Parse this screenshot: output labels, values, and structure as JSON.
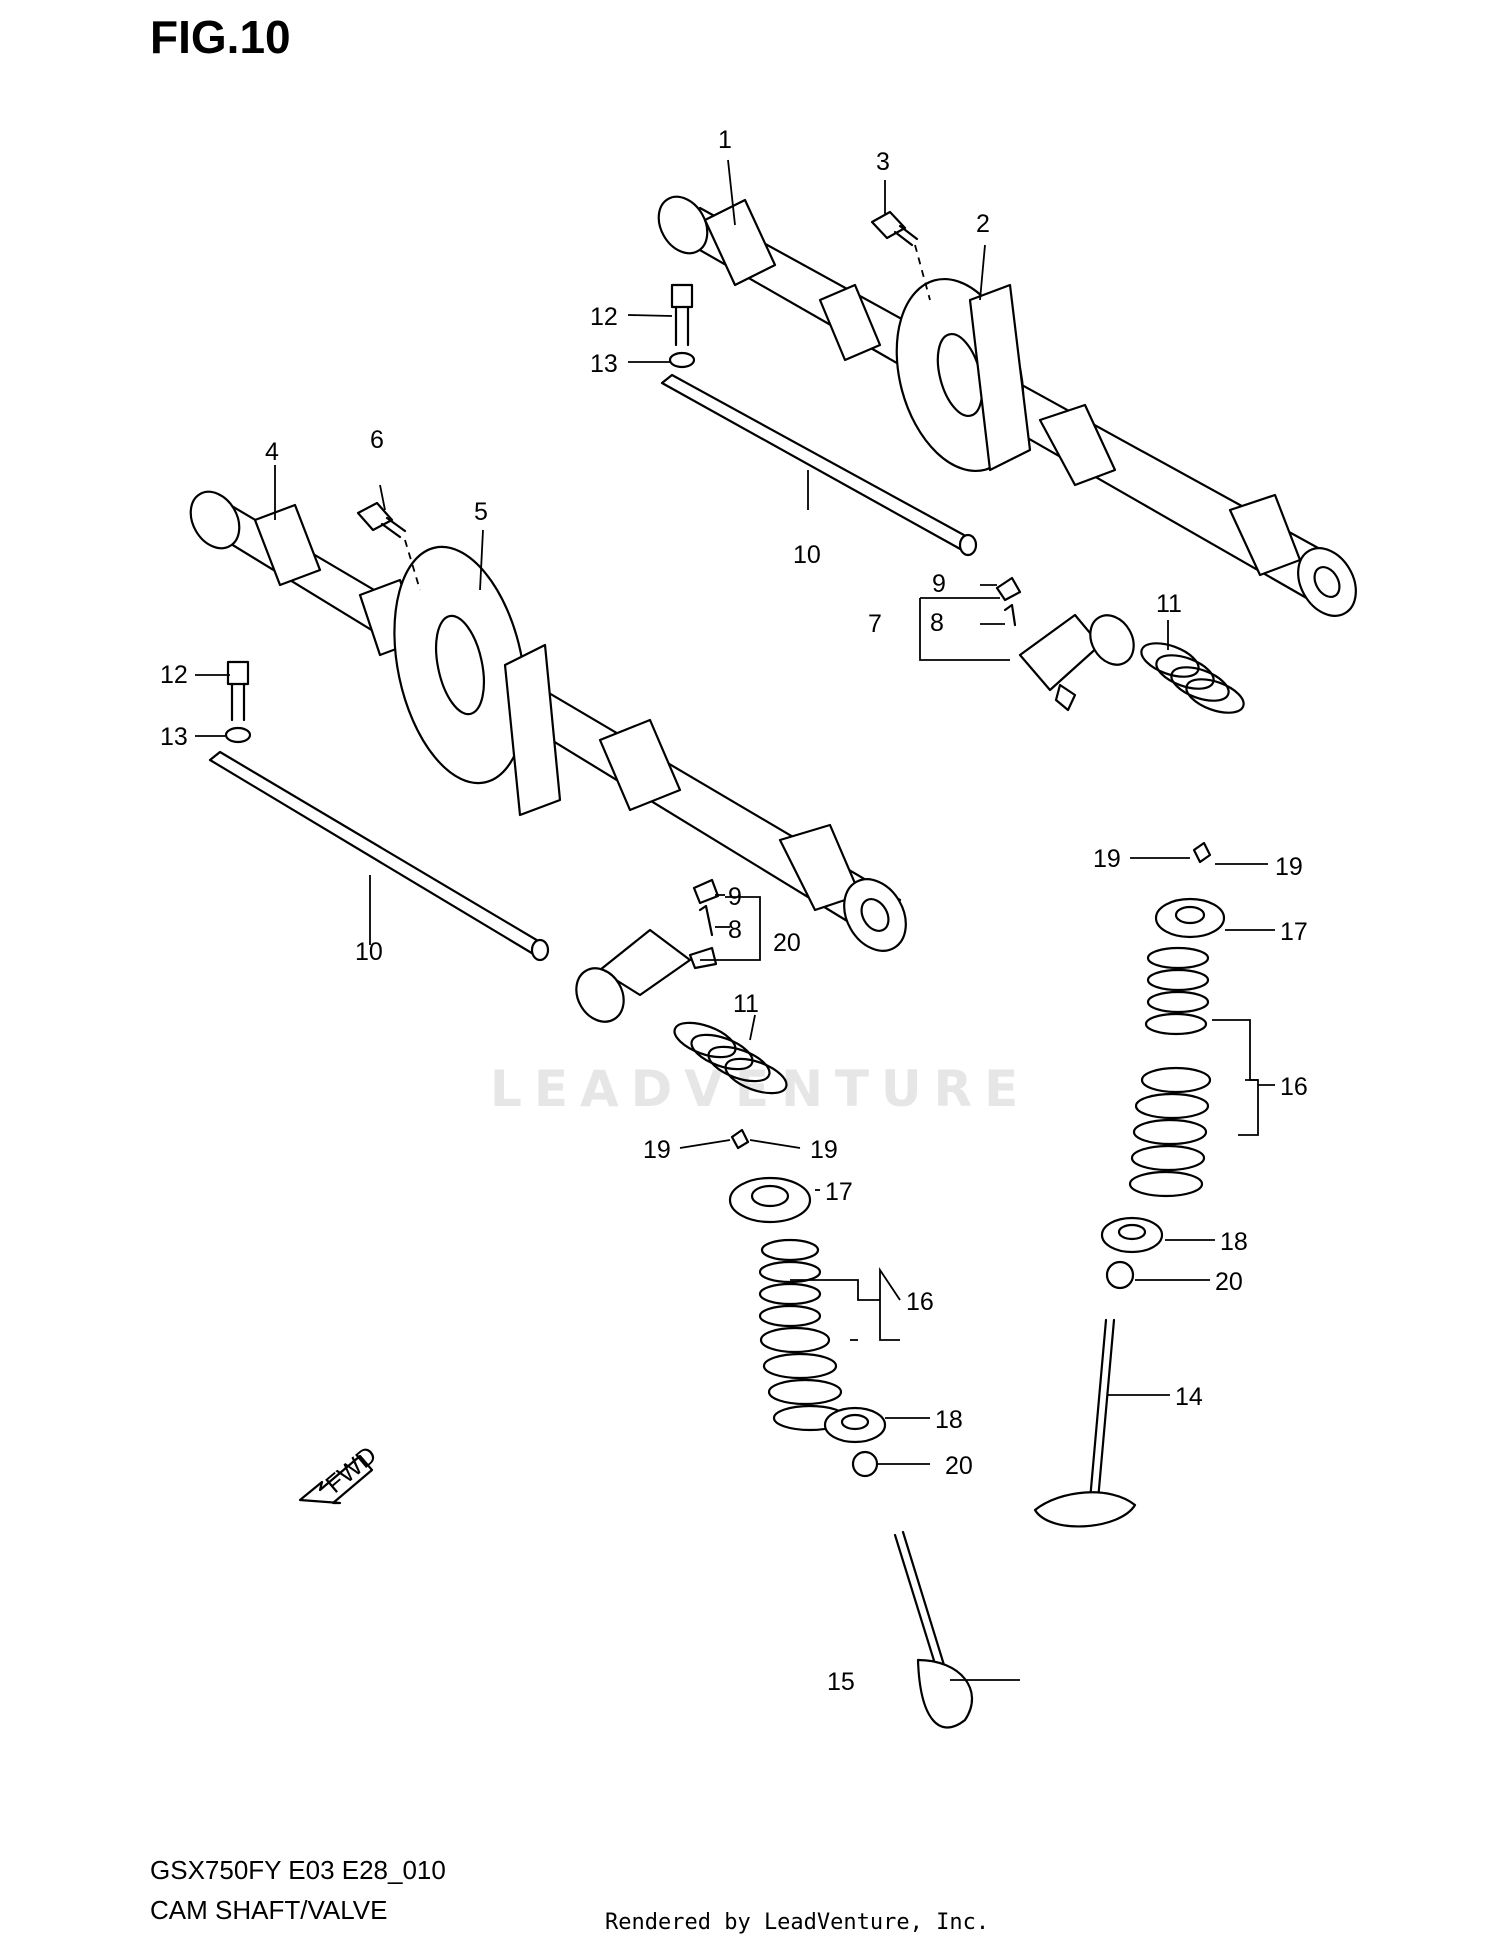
{
  "figure": {
    "title": "FIG.10"
  },
  "watermark": "LEADVENTURE",
  "fwd_label": "FWD",
  "callouts": {
    "c1": "1",
    "c2": "2",
    "c3": "3",
    "c4": "4",
    "c5": "5",
    "c6": "6",
    "c7": "7",
    "c8a": "8",
    "c8b": "8",
    "c9a": "9",
    "c9b": "9",
    "c10a": "10",
    "c10b": "10",
    "c11a": "11",
    "c11b": "11",
    "c12a": "12",
    "c12b": "12",
    "c13a": "13",
    "c13b": "13",
    "c14": "14",
    "c15": "15",
    "c16a": "16",
    "c16b": "16",
    "c17a": "17",
    "c17b": "17",
    "c18a": "18",
    "c18b": "18",
    "c19a": "19",
    "c19b": "19",
    "c19c": "19",
    "c19d": "19",
    "c20a": "20",
    "c20b": "20",
    "c20c": "20"
  },
  "footer": {
    "model_code": "GSX750FY E03 E28_010",
    "section_name": "CAM SHAFT/VALVE",
    "rendered_by": "Rendered by LeadVenture, Inc."
  }
}
